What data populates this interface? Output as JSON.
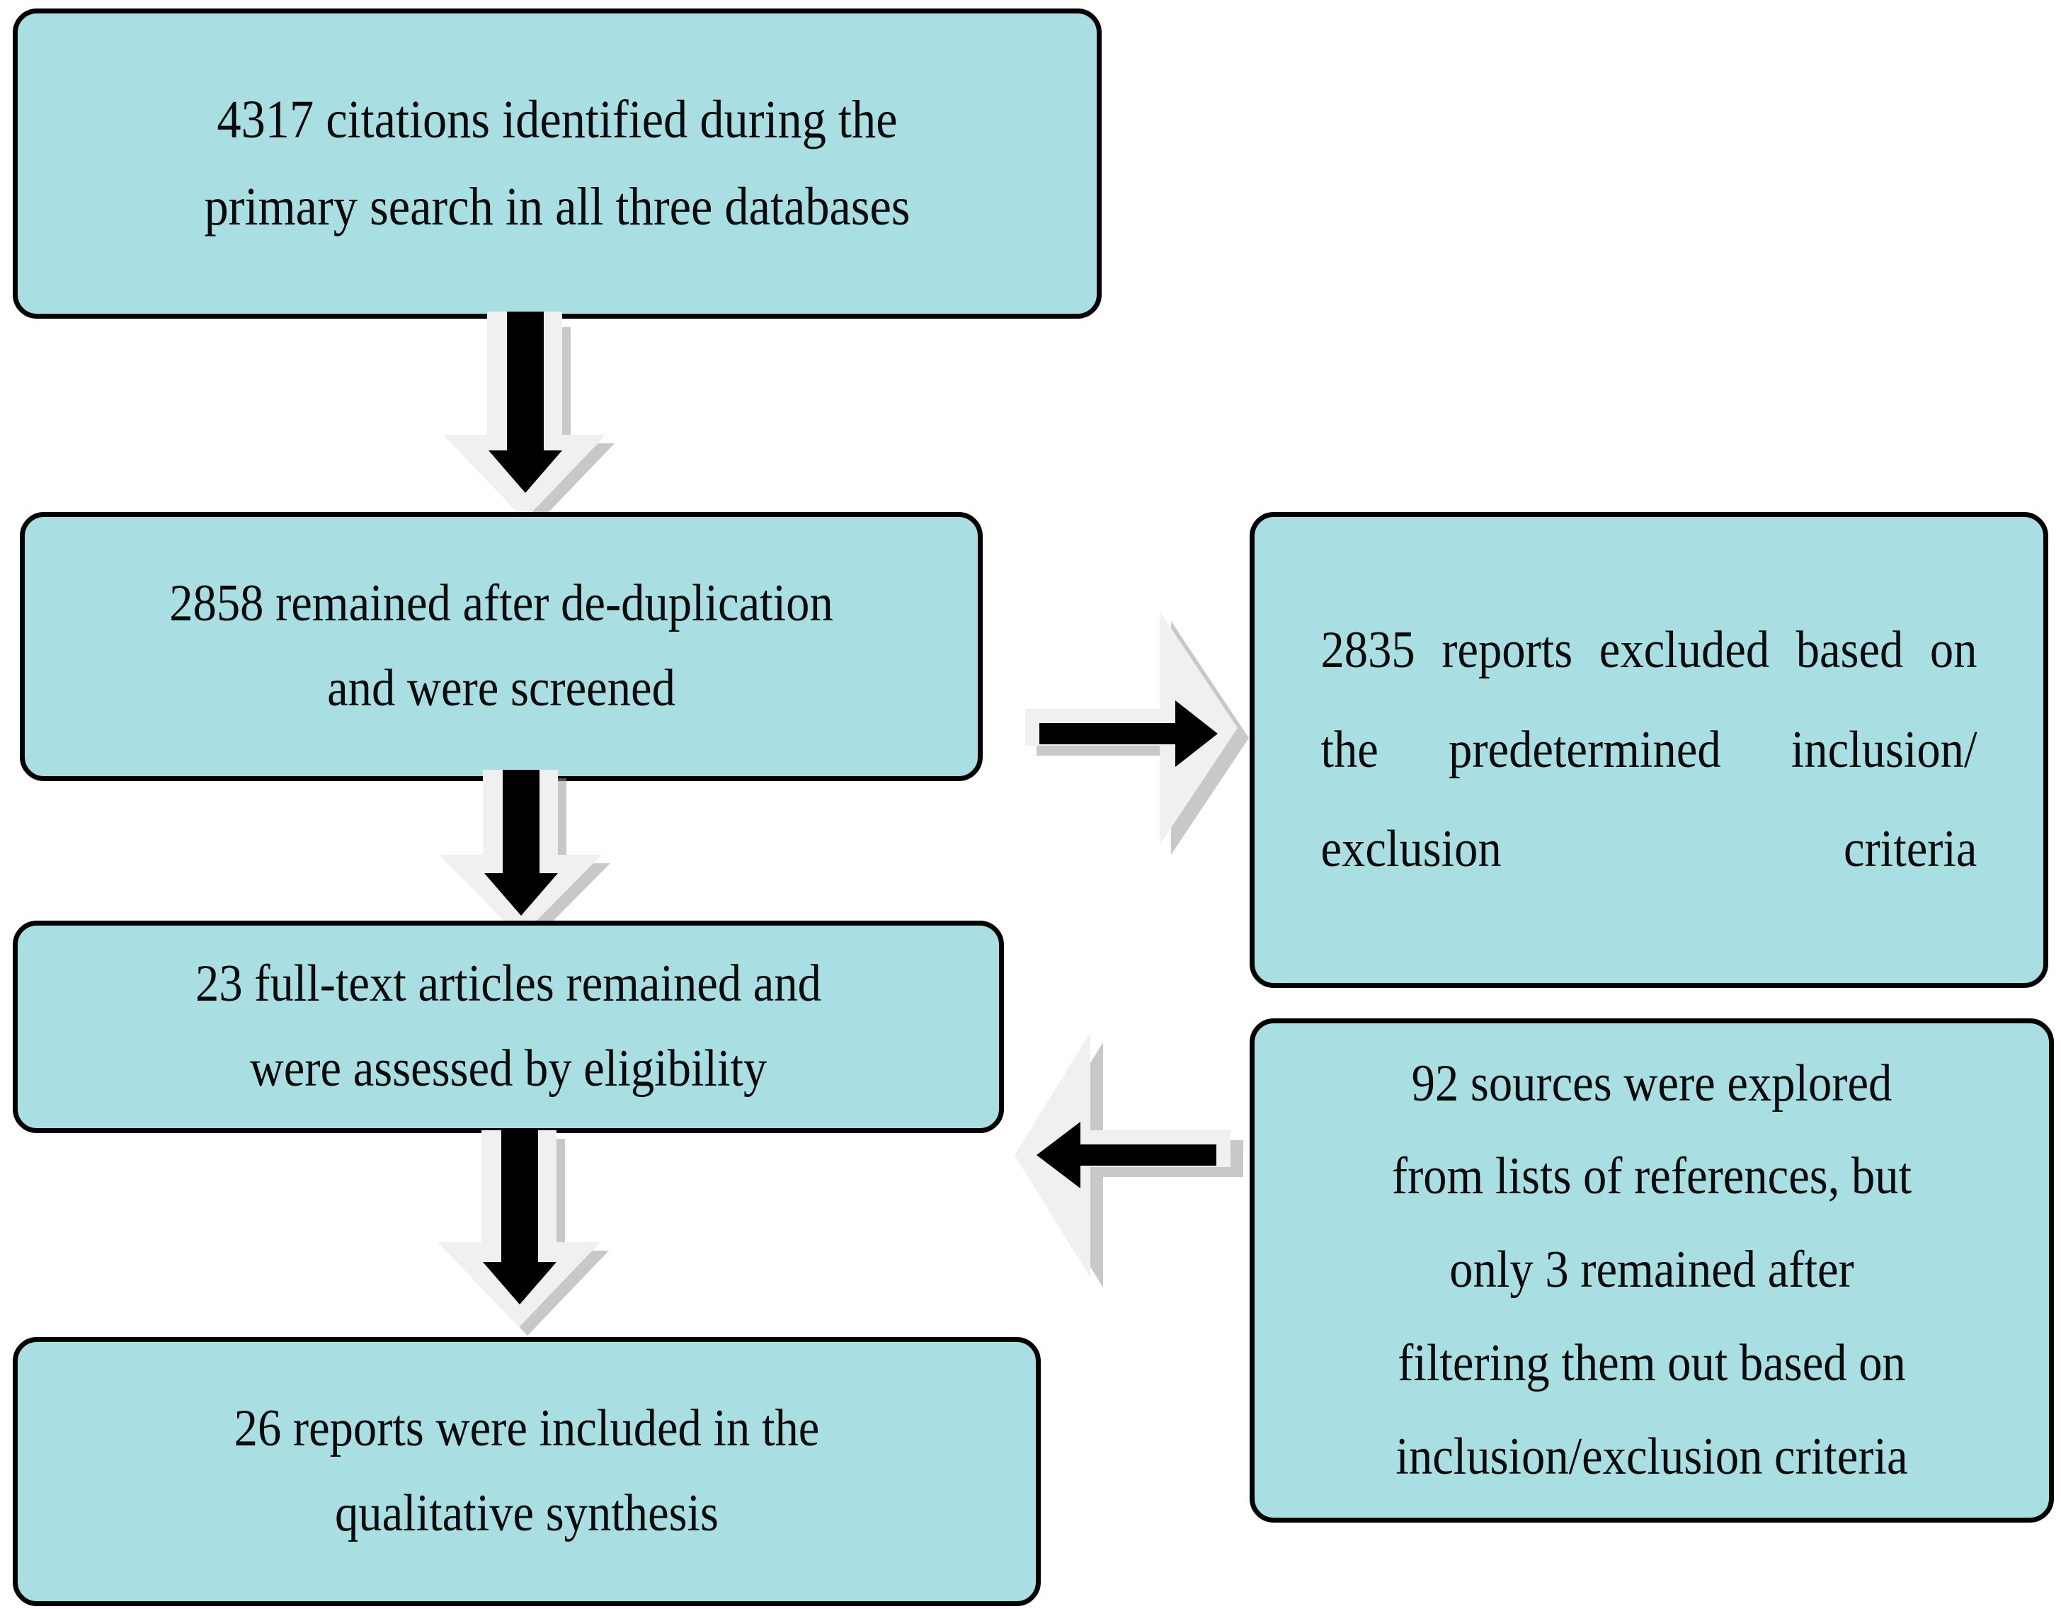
{
  "figure": {
    "type": "prisma-flow-diagram",
    "title": "Study selection flow diagram",
    "palette": {
      "box_fill": "#a9dee3",
      "box_stroke": "#000000",
      "arrow_fill": "#000000",
      "arrow_outline": "#f0f0f0",
      "arrow_shadow": "#9a9a9a",
      "text": "#0a0a0a",
      "background": "#ffffff"
    }
  },
  "nodes": [
    {
      "id": "identification",
      "name": "citations-identified-box",
      "text": "4317 citations identified during the\nprimary search in all three databases",
      "count": 4317,
      "align": "center"
    },
    {
      "id": "deduplication",
      "name": "remained-after-dedup-box",
      "text": "2858 remained after de-duplication\nand were screened",
      "count": 2858,
      "align": "center"
    },
    {
      "id": "eligibility",
      "name": "full-text-assessed-box",
      "text": "23 full-text articles remained and\nwere assessed by eligibility",
      "count": 23,
      "align": "center"
    },
    {
      "id": "included",
      "name": "reports-included-box",
      "text": "26 reports were included in the\nqualitative synthesis",
      "count": 26,
      "align": "center"
    },
    {
      "id": "excluded",
      "name": "reports-excluded-box",
      "text": "2835 reports excluded based on the predetermined inclusion/ exclusion criteria",
      "count": 2835,
      "align": "justify"
    },
    {
      "id": "hand_search",
      "name": "sources-explored-box",
      "text": "92 sources were explored\nfrom lists of references, but\nonly 3 remained after\nfiltering them out based on\ninclusion/exclusion criteria",
      "count": 92,
      "align": "center"
    }
  ],
  "edges": [
    {
      "id": "e1",
      "name": "arrow-identification-to-dedup",
      "from": "identification",
      "to": "deduplication",
      "direction": "down"
    },
    {
      "id": "e2",
      "name": "arrow-dedup-to-eligibility",
      "from": "deduplication",
      "to": "eligibility",
      "direction": "down"
    },
    {
      "id": "e3",
      "name": "arrow-eligibility-to-included",
      "from": "eligibility",
      "to": "included",
      "direction": "down"
    },
    {
      "id": "e4",
      "name": "arrow-dedup-to-excluded",
      "from": "deduplication",
      "to": "excluded",
      "direction": "right"
    },
    {
      "id": "e5",
      "name": "arrow-handsearch-to-eligibility",
      "from": "hand_search",
      "to": "eligibility",
      "direction": "left"
    }
  ]
}
